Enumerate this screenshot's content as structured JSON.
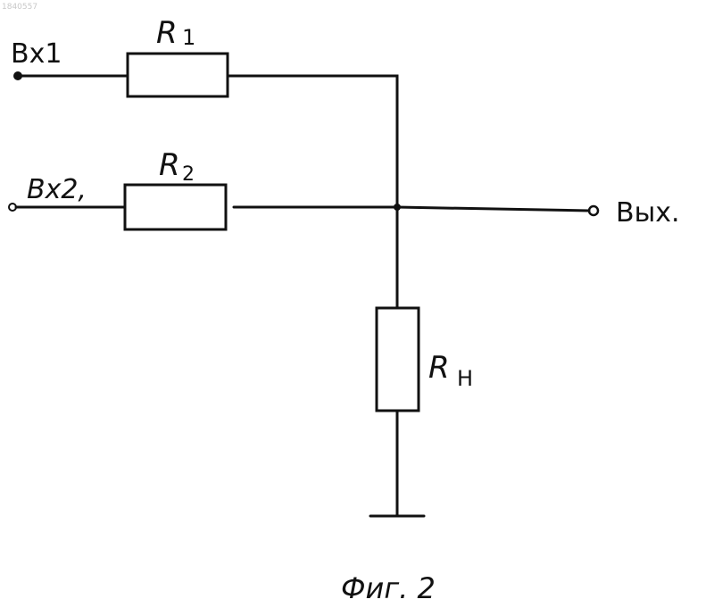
{
  "scan_id": "1840557",
  "labels": {
    "input1": "Bx1",
    "input2": "Bx2,",
    "output": "Вых.",
    "r1": "R",
    "r1_sub": "1",
    "r2": "R",
    "r2_sub": "2",
    "rh": "R",
    "rh_sub": "Н",
    "caption": "Фиг. 2"
  },
  "colors": {
    "ink": "#111111",
    "paper": "#ffffff"
  }
}
